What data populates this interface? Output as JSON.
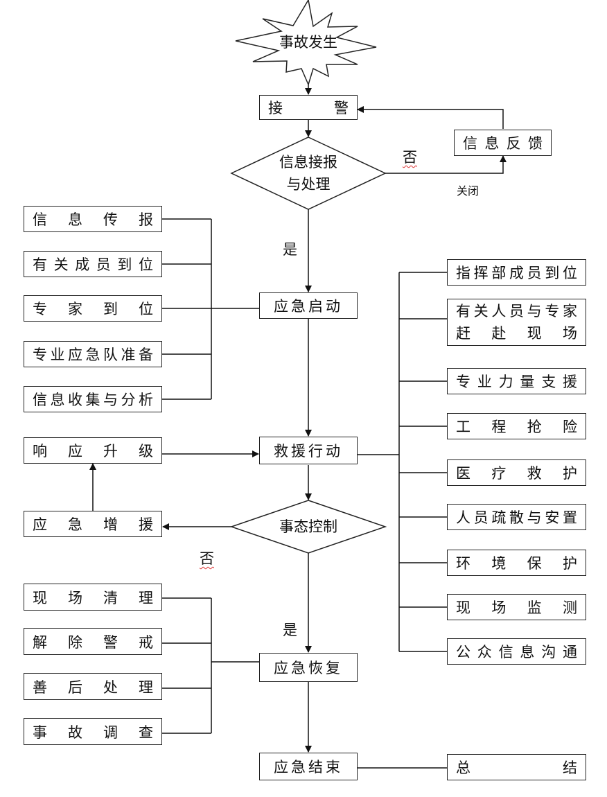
{
  "start": "事故发生",
  "receive": "接　警",
  "feedback": "信息反馈",
  "decision1": {
    "line1": "信息接报",
    "line2": "与处理",
    "no": "否",
    "close": "关闭",
    "yes": "是"
  },
  "activate": "应急启动",
  "activate_items": [
    "信息传报",
    "有关成员到位",
    "专家到位",
    "专业应急队准备",
    "信息收集与分析"
  ],
  "rescue": "救援行动",
  "rescue_items": [
    "指挥部成员到位",
    "有关人员与专家",
    "赶赴现场",
    "专业力量支援",
    "工程抢险",
    "医疗救护",
    "人员疏散与安置",
    "环境保护",
    "现场监测",
    "公众信息沟通"
  ],
  "upgrade": "响应升级",
  "reinforce": "应急增援",
  "decision2": {
    "text": "事态控制",
    "no": "否",
    "yes": "是"
  },
  "recover": "应急恢复",
  "recover_items": [
    "现场清理",
    "解除警戒",
    "善后处理",
    "事故调查"
  ],
  "end": "应急结束",
  "summary": "总　结"
}
